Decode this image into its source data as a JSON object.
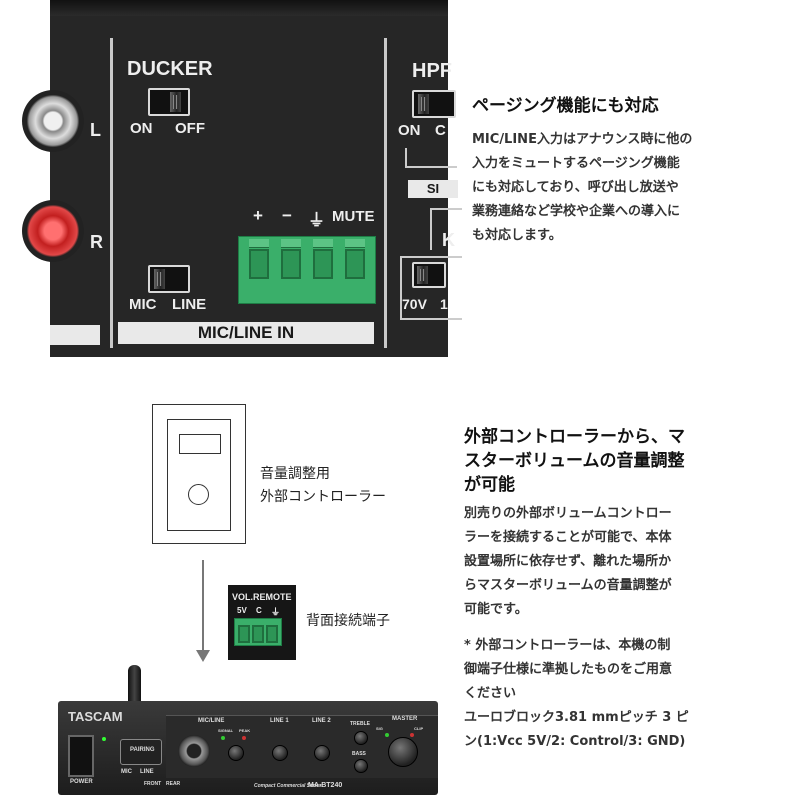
{
  "panel_photo": {
    "ducker": {
      "title": "DUCKER",
      "on": "ON",
      "off": "OFF"
    },
    "hpf": {
      "title": "HPF",
      "on": "ON",
      "c": "C"
    },
    "rca": {
      "left": "L",
      "right": "R"
    },
    "mic_line": {
      "mic": "MIC",
      "line": "LINE",
      "section_label": "MIC/LINE IN"
    },
    "terminal_labels": [
      "+",
      "−",
      "⏚",
      "MUTE"
    ],
    "s_label": "SI",
    "k_label": "K",
    "impedance": [
      "70V",
      "1"
    ]
  },
  "section1": {
    "heading": "ページング機能にも対応",
    "lines": [
      "MIC/LINE入力はアナウンス時に他の",
      "入力をミュートするページング機能",
      "にも対応しており、呼び出し放送や",
      "業務連絡など学校や企業への導入に",
      "も対応します。"
    ]
  },
  "diagram": {
    "controller_label_lines": [
      "音量調整用",
      "外部コントローラー"
    ],
    "rear_terminal_label": "背面接続端子",
    "vol_remote": {
      "title": "VOL.REMOTE",
      "pins": [
        "5V",
        "C",
        "⏚"
      ]
    }
  },
  "amp_photo": {
    "brand": "TASCAM",
    "model": "MA-BT240",
    "series": "Compact Commercial Series",
    "pairing": "PAIRING",
    "power": "POWER",
    "sections": [
      "MIC/LINE",
      "LINE 1",
      "LINE 2",
      "TREBLE",
      "BASS",
      "MASTER"
    ],
    "signal": "SIGNAL",
    "peak": "PEAK",
    "sig": "SIG",
    "clip": "CLIP",
    "mic": "MIC",
    "line": "LINE",
    "front": "FRONT",
    "rear": "REAR"
  },
  "section2": {
    "heading_lines": [
      "外部コントローラーから、マ",
      "スターボリュームの音量調整",
      "が可能"
    ],
    "lines": [
      "別売りの外部ボリュームコントロー",
      "ラーを接続することが可能で、本体",
      "設置場所に依存せず、離れた場所か",
      "らマスターボリュームの音量調整が",
      "可能です。"
    ],
    "note_lines": [
      "* 外部コントローラーは、本機の制",
      "御端子仕様に準拠したものをご用意",
      "ください",
      "ユーロブロック3.81 mmピッチ 3 ピ",
      "ン(1:Vcc 5V/2: Control/3: GND)"
    ]
  }
}
